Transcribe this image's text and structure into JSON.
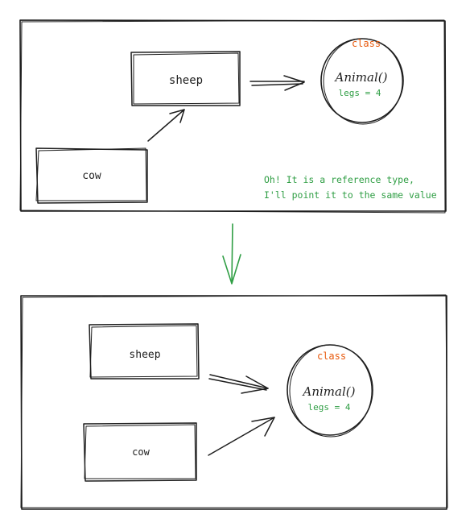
{
  "top_panel": {
    "box_sheep_label": "sheep",
    "box_cow_label": "cow",
    "class_tag": "class",
    "class_name": "Animal()",
    "class_prop": "legs = 4",
    "note_line1": "Oh! It is a reference type,",
    "note_line2": "I'll point it to the same value"
  },
  "bottom_panel": {
    "box_sheep_label": "sheep",
    "box_cow_label": "cow",
    "class_tag": "class",
    "class_name": "Animal()",
    "class_prop": "legs = 4"
  },
  "colors": {
    "stroke": "#1e1e1e",
    "accent_orange": "#e8590c",
    "accent_green": "#2f9e44"
  }
}
